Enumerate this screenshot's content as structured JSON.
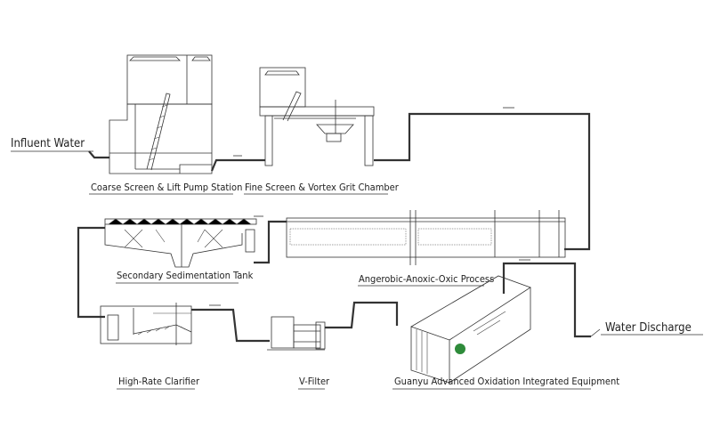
{
  "diagram": {
    "labels": {
      "influent": "Influent Water",
      "discharge": "Water Discharge",
      "coarse_screen": "Coarse Screen & Lift Pump Station",
      "fine_screen": "Fine Screen & Vortex Grit Chamber",
      "secondary_sedimentation": "Secondary Sedimentation Tank",
      "aao": "Angerobic-Anoxic-Oxic Process",
      "high_rate_clarifier": "High-Rate Clarifier",
      "v_filter": "V-Filter",
      "guanyu": "Guanyu Advanced Oxidation Integrated Equipment"
    },
    "colors": {
      "line": "#333333",
      "logo": "#2e8b3a"
    }
  }
}
